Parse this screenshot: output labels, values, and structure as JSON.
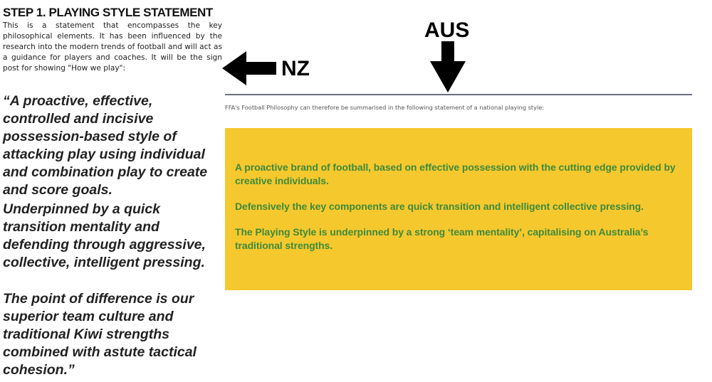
{
  "nz": {
    "title": "STEP 1. PLAYING STYLE STATEMENT",
    "intro": "This is a statement that encompasses the key philosophical elements. It has been influenced by the research into the modern trends of football and will act as a guidance for players and coaches.  It will be the sign post for showing \"How we play\":",
    "quote_1": "“A proactive, effective, controlled and incisive possession-based style of attacking play using individual and combination play to create and score goals.",
    "quote_2": "Underpinned by a quick transition mentality and defending through aggressive, collective, intelligent pressing.",
    "quote_3": "The point of difference is our superior team culture and traditional Kiwi strengths combined with astute tactical cohesion.”"
  },
  "labels": {
    "nz": "NZ",
    "aus": "AUS"
  },
  "aus": {
    "caption": "FFA's Football Philosophy can therefore be summarised in the following statement of a national playing style:",
    "paragraphs": [
      "A proactive brand of football, based on effective possession with the cutting edge provided by creative individuals.",
      "Defensively the key components are quick transition and intelligent collective pressing.",
      "The Playing Style is underpinned by a strong ‘team mentality’, capitalising on Australia’s traditional strengths."
    ]
  },
  "colors": {
    "box_yellow": "#f5c82e",
    "box_text_green": "#3f8a3a",
    "rule_gray": "#6b7080"
  },
  "icons": [
    "arrow-left-icon",
    "arrow-down-icon"
  ]
}
